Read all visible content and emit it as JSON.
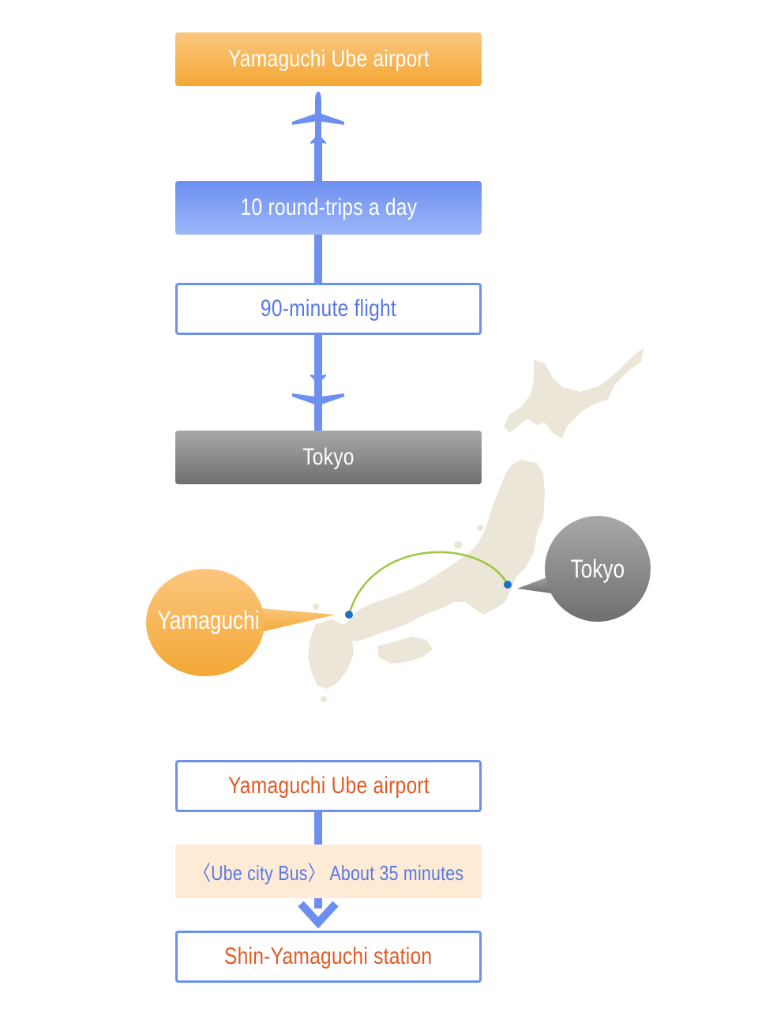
{
  "flight": {
    "origin": "Yamaguchi Ube airport",
    "frequency": "10 round-trips a day",
    "duration": "90-minute flight",
    "destination": "Tokyo"
  },
  "map": {
    "origin_label": "Yamaguchi",
    "destination_label": "Tokyo"
  },
  "transfer": {
    "from": "Yamaguchi Ube airport",
    "bus": "〈Ube city Bus〉 About 35 minutes",
    "to": "Shin-Yamaguchi station"
  },
  "colors": {
    "orange": "#f3a735",
    "blue": "#6d8ff0",
    "gray": "#7a7a7a",
    "red_text": "#e25a26",
    "route": "#9cc83c"
  }
}
